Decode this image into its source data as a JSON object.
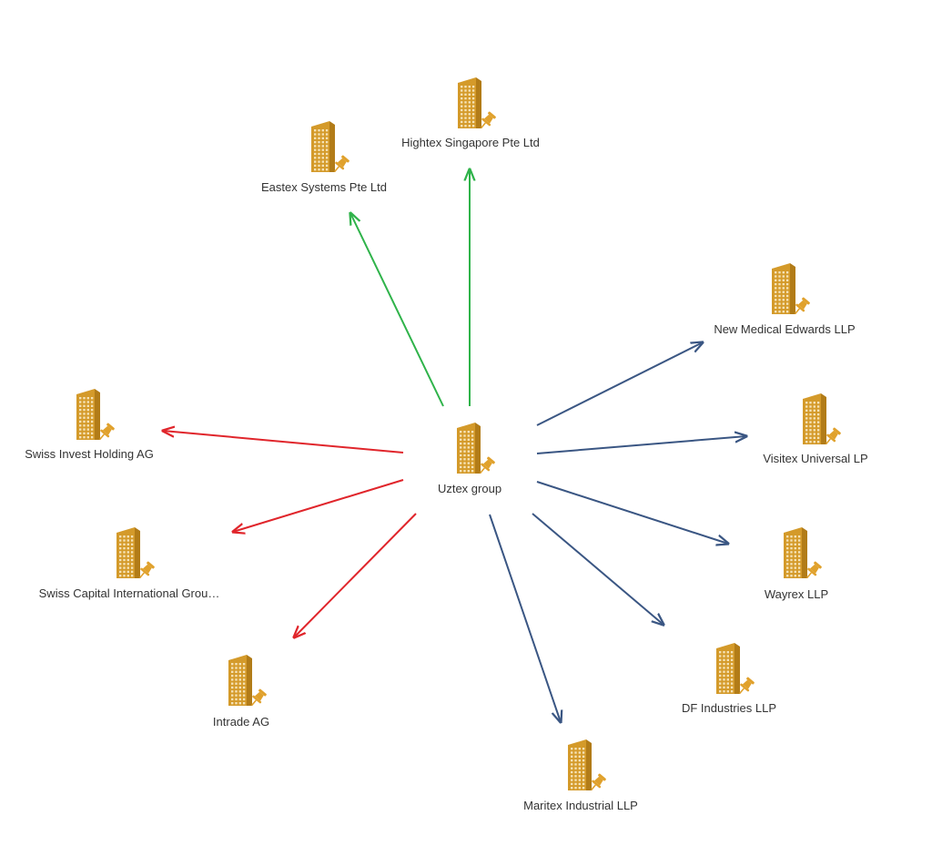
{
  "colors": {
    "building": "#d49a2a",
    "building_dark": "#b27c18",
    "window": "#f5e2b5",
    "pin": "#e0a12c",
    "label": "#333333"
  },
  "center": {
    "id": "uztex",
    "label": "Uztex group",
    "icon": "building-icon"
  },
  "nodes": [
    {
      "id": "hightex",
      "label": "Hightex Singapore Pte Ltd",
      "icon": "building-icon"
    },
    {
      "id": "eastex",
      "label": "Eastex Systems Pte Ltd",
      "icon": "building-icon"
    },
    {
      "id": "new-medical",
      "label": "New Medical Edwards LLP",
      "icon": "building-icon"
    },
    {
      "id": "visitex",
      "label": "Visitex Universal LP",
      "icon": "building-icon"
    },
    {
      "id": "wayrex",
      "label": "Wayrex LLP",
      "icon": "building-icon"
    },
    {
      "id": "df-industries",
      "label": "DF Industries LLP",
      "icon": "building-icon"
    },
    {
      "id": "maritex",
      "label": "Maritex Industrial LLP",
      "icon": "building-icon"
    },
    {
      "id": "intrade",
      "label": "Intrade AG",
      "icon": "building-icon"
    },
    {
      "id": "swiss-capital",
      "label": "Swiss Capital International Grou…",
      "icon": "building-icon"
    },
    {
      "id": "swiss-invest",
      "label": "Swiss Invest Holding AG",
      "icon": "building-icon"
    }
  ],
  "edges": [
    {
      "from": "uztex",
      "to": "hightex",
      "color": "#2fb34a"
    },
    {
      "from": "uztex",
      "to": "eastex",
      "color": "#2fb34a"
    },
    {
      "from": "uztex",
      "to": "new-medical",
      "color": "#3a5683"
    },
    {
      "from": "uztex",
      "to": "visitex",
      "color": "#3a5683"
    },
    {
      "from": "uztex",
      "to": "wayrex",
      "color": "#3a5683"
    },
    {
      "from": "uztex",
      "to": "df-industries",
      "color": "#3a5683"
    },
    {
      "from": "uztex",
      "to": "maritex",
      "color": "#3a5683"
    },
    {
      "from": "uztex",
      "to": "intrade",
      "color": "#e0252b"
    },
    {
      "from": "uztex",
      "to": "swiss-capital",
      "color": "#e0252b"
    },
    {
      "from": "uztex",
      "to": "swiss-invest",
      "color": "#e0252b"
    }
  ]
}
